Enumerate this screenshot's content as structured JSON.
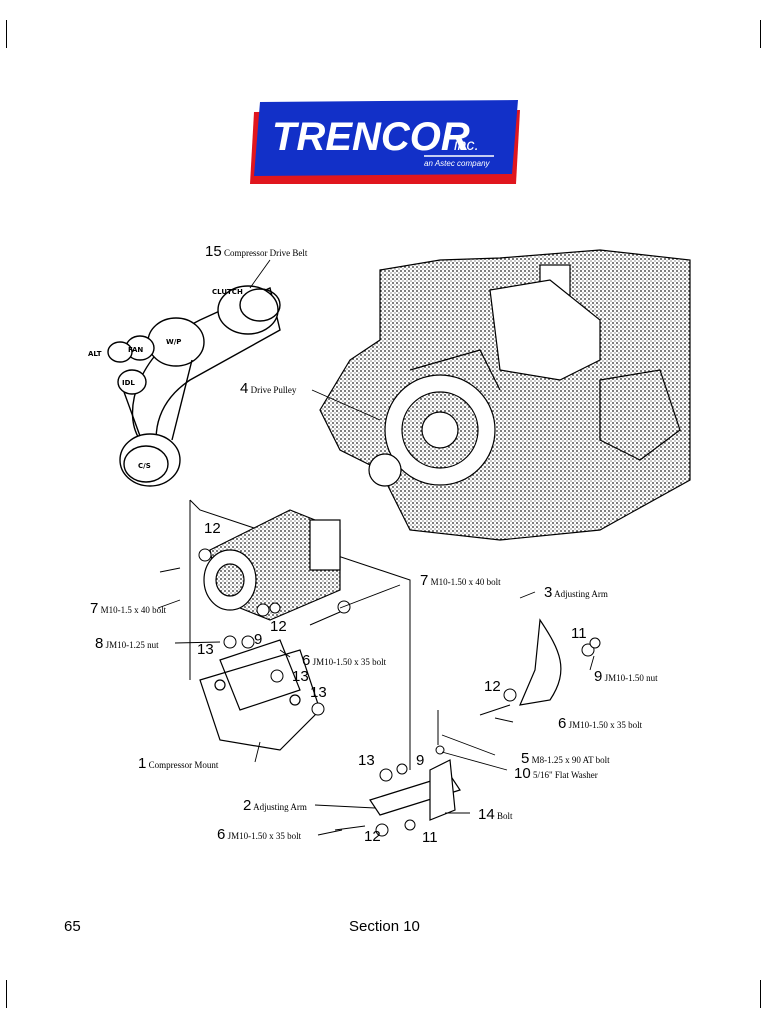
{
  "logo": {
    "brand": "TRENCOR",
    "suffix": "inc.",
    "tagline": "an Astec company",
    "colors": {
      "blue": "#1230c8",
      "red": "#e0161e",
      "white": "#ffffff"
    }
  },
  "callouts": [
    {
      "num": "15",
      "text": "Compressor Drive Belt"
    },
    {
      "num": "4",
      "text": "Drive Pulley"
    },
    {
      "num": "7",
      "text": "M10-1.5 x 40 bolt"
    },
    {
      "num": "7",
      "text": "M10-1.50 x 40 bolt"
    },
    {
      "num": "3",
      "text": "Adjusting Arm"
    },
    {
      "num": "8",
      "text": "JM10-1.25 nut"
    },
    {
      "num": "6",
      "text": "JM10-1.50 x 35 bolt"
    },
    {
      "num": "9",
      "text": "JM10-1.50 nut"
    },
    {
      "num": "6",
      "text": "JM10-1.50 x 35 bolt"
    },
    {
      "num": "5",
      "text": "M8-1.25 x 90 AT bolt"
    },
    {
      "num": "1",
      "text": "Compressor Mount"
    },
    {
      "num": "10",
      "text": "5/16\" Flat Washer"
    },
    {
      "num": "2",
      "text": "Adjusting Arm"
    },
    {
      "num": "14",
      "text": "Bolt"
    },
    {
      "num": "6",
      "text": "JM10-1.50 x 35 bolt"
    }
  ],
  "loose_numbers": [
    "12",
    "12",
    "11",
    "13",
    "9",
    "13",
    "12",
    "13",
    "13",
    "9",
    "12",
    "11"
  ],
  "pulley_labels": [
    "CLUTCH",
    "W/P",
    "FAN",
    "ALT",
    "IDL",
    "C/S"
  ],
  "footer": {
    "page": "65",
    "section": "Section 10"
  }
}
